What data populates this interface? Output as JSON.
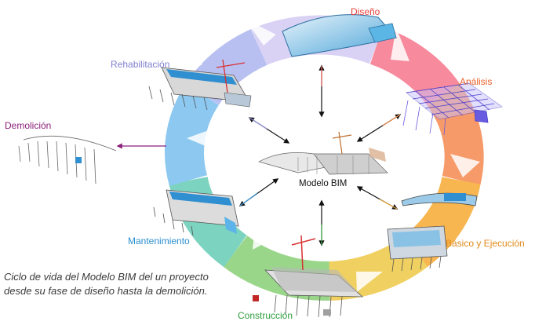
{
  "center_label": "Modelo BIM",
  "stages": [
    {
      "key": "diseno",
      "label": "Diseño",
      "color": "#e8403a"
    },
    {
      "key": "analisis",
      "label": "Análisis",
      "color": "#e8602a"
    },
    {
      "key": "basico",
      "label": "Básico y Ejecución",
      "color": "#e08a1a"
    },
    {
      "key": "construccion",
      "label": "Construcción",
      "color": "#2e9e3e"
    },
    {
      "key": "mantenimiento",
      "label": "Mantenimiento",
      "color": "#2a8fd0"
    },
    {
      "key": "demolicion",
      "label": "Demolición",
      "color": "#8a1f7a"
    },
    {
      "key": "rehabilitacion",
      "label": "Rehabilitación",
      "color": "#8080d0"
    }
  ],
  "caption": {
    "line1": "Ciclo de vida del Modelo BIM del un proyecto",
    "line2": "desde su fase de diseño hasta la demolición."
  }
}
